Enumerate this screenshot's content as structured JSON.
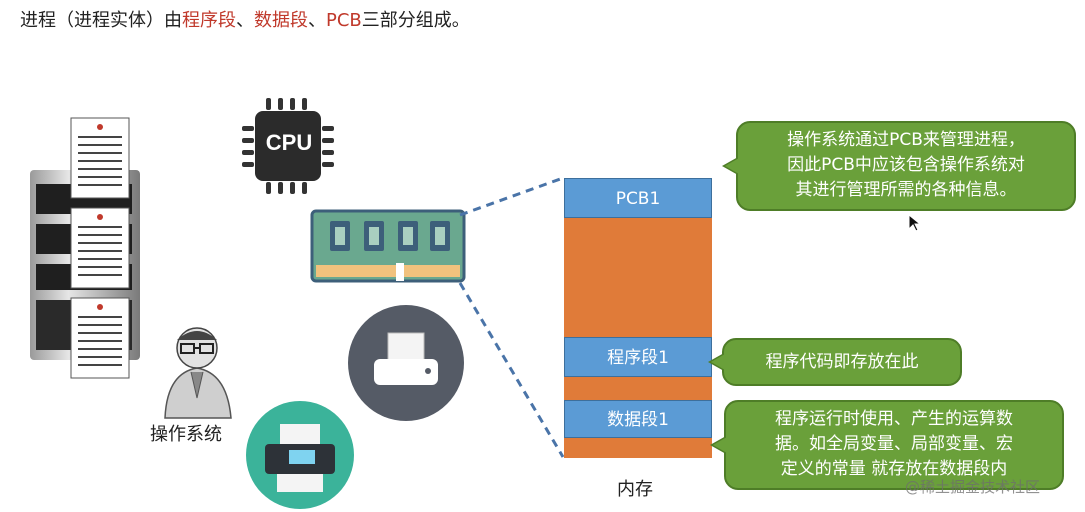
{
  "title": {
    "prefix": "进程（进程实体）由",
    "part1": "程序段",
    "sep1": "、",
    "part2": "数据段",
    "sep2": "、",
    "part3": "PCB",
    "suffix": "三部分组成。"
  },
  "cpu_label": "CPU",
  "os_label": "操作系统",
  "memory": {
    "caption": "内存",
    "pcb_label": "PCB1",
    "program_label": "程序段1",
    "data_label": "数据段1",
    "colors": {
      "segment_blue": "#5b9bd5",
      "fill_orange": "#e07b39"
    }
  },
  "callouts": {
    "pcb": [
      "操作系统通过PCB来管理进程，",
      "因此PCB中应该包含操作系统对",
      "其进行管理所需的各种信息。"
    ],
    "program": "程序代码即存放在此",
    "data": [
      "程序运行时使用、产生的运算数",
      "据。如全局变量、局部变量、宏",
      "定义的常量 就存放在数据段内"
    ]
  },
  "watermark": "@稀土掘金技术社区"
}
